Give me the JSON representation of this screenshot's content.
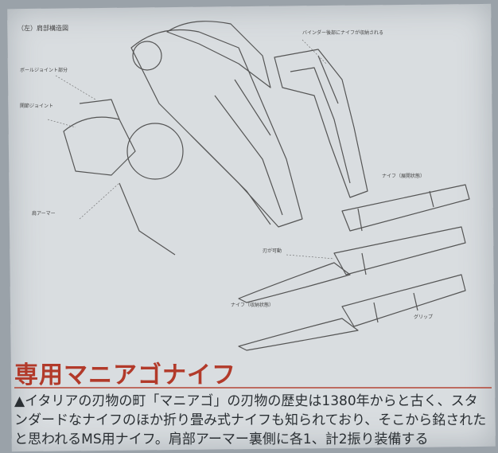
{
  "figure_caption": "（左）肩部構造図",
  "notes": {
    "binder_note": "バインダー後部にナイフが収納される",
    "ball_joint_note": "ボールジョイント部分",
    "joint_note": "関節ジョイント",
    "armor_note": "肩アーマー",
    "knife_mid_note": "刃が可動",
    "knife_open_note": "ナイフ（展開状態）",
    "knife_stowed_note": "ナイフ（収納状態）",
    "handle_note": "グリップ"
  },
  "title": "専用マニアゴナイフ",
  "body": {
    "line1": "▲イタリアの刃物の町「マニアゴ」の刃物の歴史は1380年からと古く、スタ",
    "line2": "ンダードなナイフのほか折り畳み式ナイフも知られており、そこから銘された",
    "line3": "と思われるMS用ナイフ。肩部アーマー裏側に各1、計2振り装備する"
  },
  "colors": {
    "title": "#b23a2a",
    "text": "#2a2f33",
    "paper": "#d9dde0"
  }
}
